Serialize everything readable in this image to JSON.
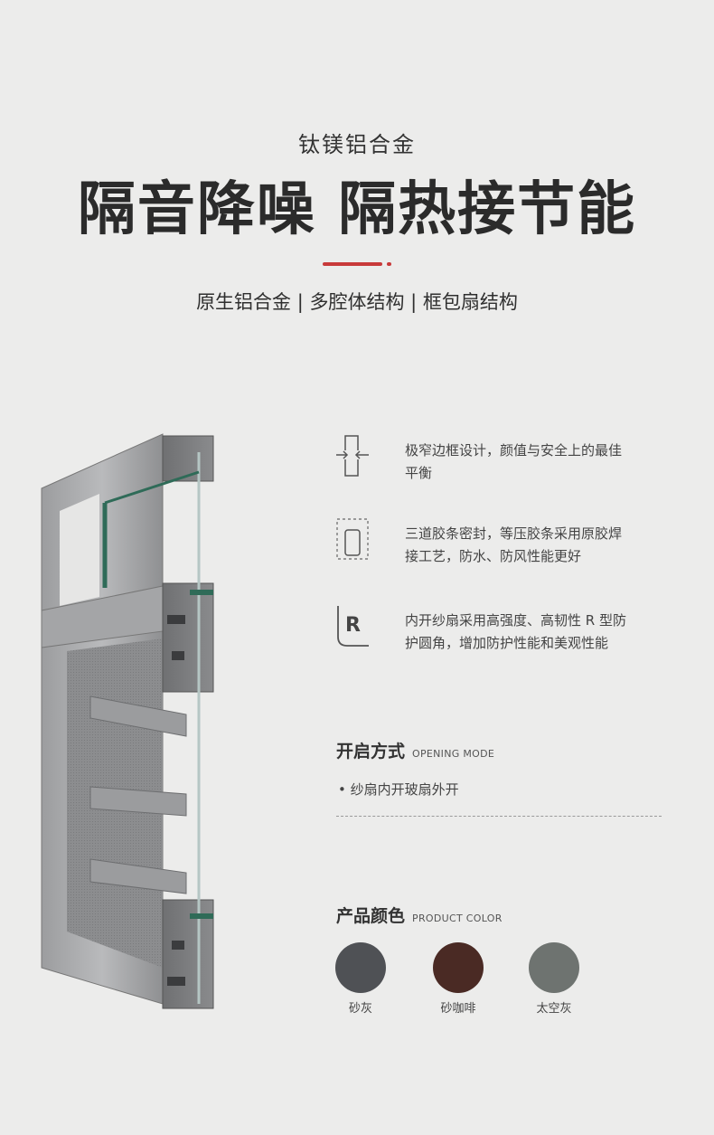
{
  "header": {
    "subtitle": "钛镁铝合金",
    "headline": "隔音降噪 隔热接节能",
    "features_line": "原生铝合金 | 多腔体结构 | 框包扇结构"
  },
  "features": [
    {
      "icon": "narrow-frame-icon",
      "text_line1": "极窄边框设计，颜值与安全上的最佳",
      "text_line2": "平衡"
    },
    {
      "icon": "seal-strip-icon",
      "text_line1": "三道胶条密封，等压胶条采用原胶焊",
      "text_line2": "接工艺，防水、防风性能更好"
    },
    {
      "icon": "r-corner-icon",
      "text_line1": "内开纱扇采用高强度、高韧性 R 型防",
      "text_line2": "护圆角，增加防护性能和美观性能"
    }
  ],
  "opening": {
    "title": "开启方式",
    "title_en": "OPENING MODE",
    "item": "• 纱扇内开玻扇外开"
  },
  "colors": {
    "title": "产品颜色",
    "title_en": "PRODUCT COLOR",
    "items": [
      {
        "label": "砂灰",
        "hex": "#4f5155"
      },
      {
        "label": "砂咖啡",
        "hex": "#4a2a24"
      },
      {
        "label": "太空灰",
        "hex": "#6e7370"
      }
    ]
  },
  "accent": "#c83a3a"
}
